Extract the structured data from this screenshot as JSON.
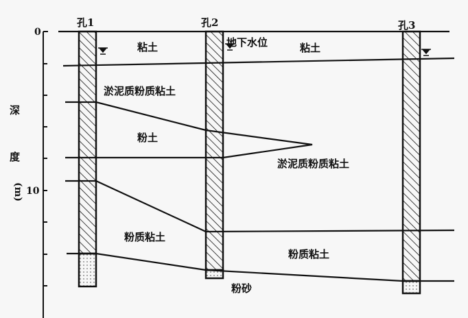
{
  "axis": {
    "title_chars": [
      "深",
      "度",
      "(m)"
    ],
    "ticks": [
      "0",
      "10"
    ]
  },
  "boreholes": [
    "孔1",
    "孔2",
    "孔3"
  ],
  "water_table_label": "地下水位",
  "layers": {
    "clay_left": "粘土",
    "clay_right": "粘土",
    "mucky_silty_clay_left": "淤泥质粉质粘土",
    "silt": "粉土",
    "mucky_silty_clay_right": "淤泥质粉质粘土",
    "silty_clay_left": "粉质粘土",
    "silty_clay_right": "粉质粘土",
    "silty_sand": "粉砂"
  }
}
